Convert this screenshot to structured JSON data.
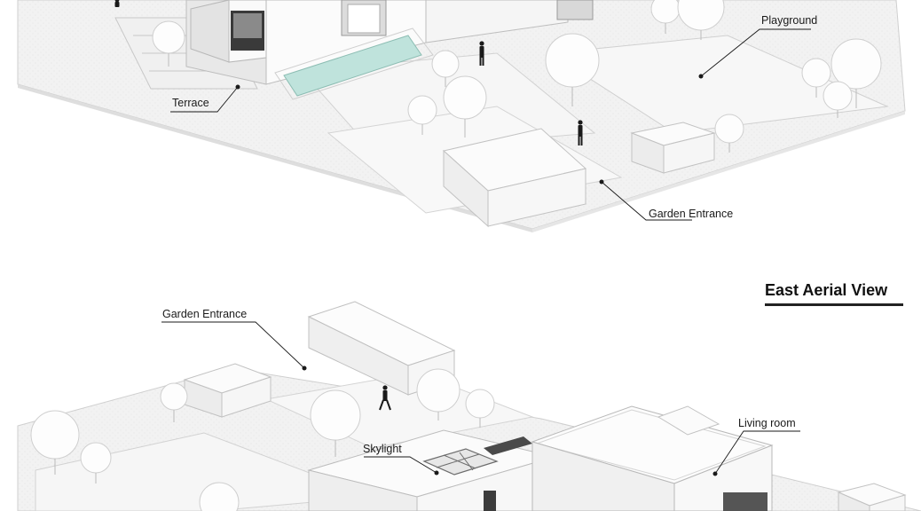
{
  "top_view": {
    "labels": {
      "playground": "Playground",
      "terrace": "Terrace",
      "garden_entrance": "Garden Entrance"
    }
  },
  "bottom_view": {
    "title": "East Aerial View",
    "labels": {
      "garden_entrance": "Garden Entrance",
      "skylight": "Skylight",
      "living_room": "Living room"
    }
  },
  "colors": {
    "pool": "#bfe3dc",
    "ground": "#f3f3f3",
    "building": "#ffffff",
    "text": "#1a1a1a"
  }
}
